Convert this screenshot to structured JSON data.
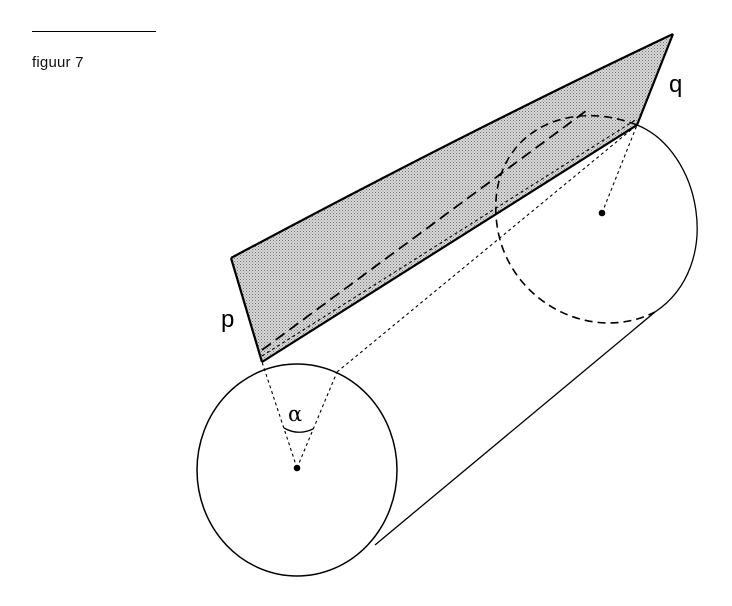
{
  "caption": {
    "text": "figuur 7"
  },
  "labels": {
    "p": "p",
    "q": "q",
    "alpha": "α"
  },
  "colors": {
    "ink": "#000000",
    "plane_fill": "#c4c4c4",
    "background": "#ffffff"
  }
}
